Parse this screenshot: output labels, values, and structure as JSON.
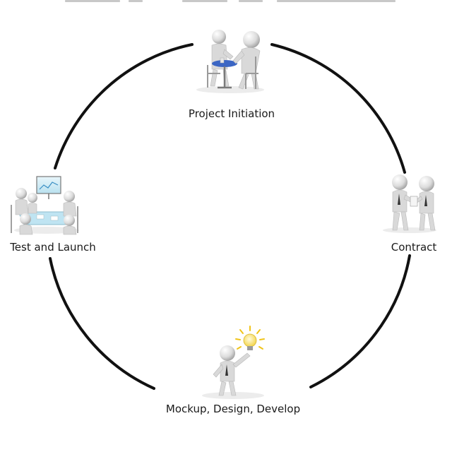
{
  "diagram": {
    "stages": [
      {
        "label": "Project Initiation"
      },
      {
        "label": "Contract"
      },
      {
        "label": "Mockup, Design, Develop"
      },
      {
        "label": "Test and Launch"
      }
    ]
  }
}
